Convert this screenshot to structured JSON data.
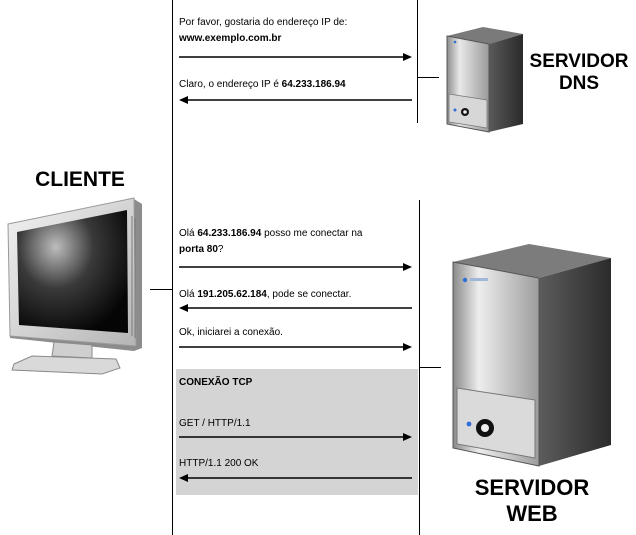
{
  "labels": {
    "client": "CLIENTE",
    "dns_server_line1": "SERVIDOR",
    "dns_server_line2": "DNS",
    "web_server_line1": "SERVIDOR",
    "web_server_line2": "WEB"
  },
  "messages": {
    "dns_request": {
      "text": "Por favor, gostaria do endereço IP de:",
      "bold": "www.exemplo.com.br",
      "direction": "right"
    },
    "dns_reply": {
      "text": "Claro, o endereço IP é ",
      "bold": "64.233.186.94",
      "direction": "left"
    },
    "connect_request": {
      "text1": "Olá ",
      "bold1": "64.233.186.94",
      "text2": " posso me conectar na",
      "bold2": "porta 80",
      "text3": "?",
      "direction": "right"
    },
    "connect_reply": {
      "text1": "Olá ",
      "bold1": "191.205.62.184",
      "text2": ", pode se conectar.",
      "direction": "left"
    },
    "ack": {
      "text": "Ok, iniciarei a conexão.",
      "direction": "right"
    }
  },
  "tcp": {
    "title": "CONEXÃO TCP",
    "request": {
      "text": "GET / HTTP/1.1",
      "direction": "right"
    },
    "response": {
      "text": "HTTP/1.1 200 OK",
      "direction": "left"
    }
  },
  "icons": [
    "monitor-icon",
    "dns-server-tower-icon",
    "web-server-tower-icon"
  ]
}
